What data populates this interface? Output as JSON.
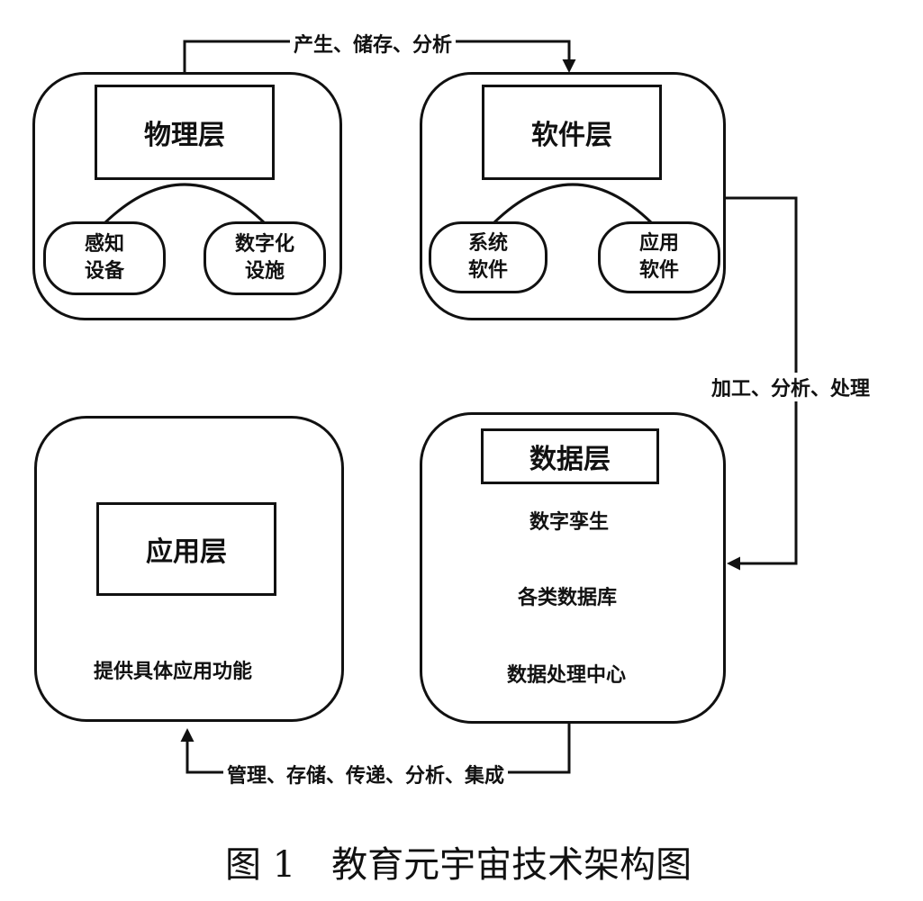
{
  "physical": {
    "title": "物理层",
    "left": "感知\n设备",
    "right": "数字化\n设施"
  },
  "software": {
    "title": "软件层",
    "left": "系统\n软件",
    "right": "应用\n软件"
  },
  "data_layer": {
    "title": "数据层",
    "steps": [
      "数字孪生",
      "各类数据库",
      "数据处理中心"
    ]
  },
  "application": {
    "title": "应用层",
    "desc": "提供具体应用功能"
  },
  "flows": {
    "phys_to_soft": "产生、储存、分析",
    "soft_to_data": "加工、分析、处理",
    "data_to_app": "管理、存储、传递、分析、集成"
  },
  "caption": "图 1　教育元宇宙技术架构图"
}
